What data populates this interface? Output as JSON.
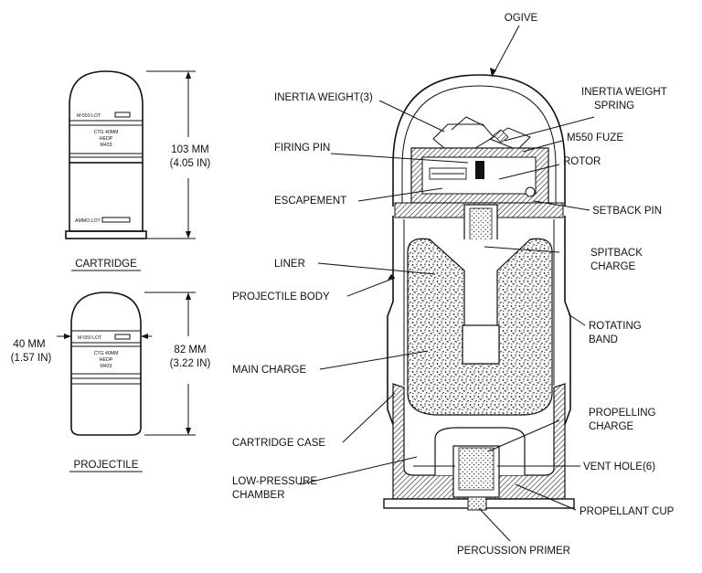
{
  "labels": {
    "ogive": "OGIVE",
    "inertia_weight": "INERTIA WEIGHT(3)",
    "inertia_weight_spring_1": "INERTIA WEIGHT",
    "inertia_weight_spring_2": "SPRING",
    "firing_pin": "FIRING PIN",
    "m550_fuze": "M550 FUZE",
    "rotor": "ROTOR",
    "escapement": "ESCAPEMENT",
    "setback_pin": "SETBACK PIN",
    "liner": "LINER",
    "spitback_charge_1": "SPITBACK",
    "spitback_charge_2": "CHARGE",
    "projectile_body": "PROJECTILE BODY",
    "rotating_band_1": "ROTATING",
    "rotating_band_2": "BAND",
    "main_charge": "MAIN CHARGE",
    "propelling_charge_1": "PROPELLING",
    "propelling_charge_2": "CHARGE",
    "cartridge_case": "CARTRIDGE CASE",
    "vent_hole": "VENT HOLE(6)",
    "low_pressure_chamber_1": "LOW-PRESSURE",
    "low_pressure_chamber_2": "CHAMBER",
    "propellant_cup": "PROPELLANT CUP",
    "percussion_primer": "PERCUSSION PRIMER"
  },
  "cartridge": {
    "caption": "CARTRIDGE",
    "length_mm": "103 MM",
    "length_in": "(4.05 IN)",
    "stencil_lot": "M-550 LOT",
    "stencil_ctg": "CTG 40MM",
    "stencil_hedp": "HEDP",
    "stencil_model": "M433",
    "stencil_ammo": "AMMO LOT"
  },
  "projectile": {
    "caption": "PROJECTILE",
    "length_mm": "82 MM",
    "length_in": "(3.22 IN)",
    "diameter_mm": "40 MM",
    "diameter_in": "(1.57 IN)",
    "stencil_lot": "M-550 LOT",
    "stencil_ctg": "CTG 40MM",
    "stencil_hedp": "HEDP",
    "stencil_model": "M433"
  },
  "colors": {
    "ink": "#111111",
    "paper": "#ffffff",
    "fill_gray": "#d9d9d9"
  }
}
